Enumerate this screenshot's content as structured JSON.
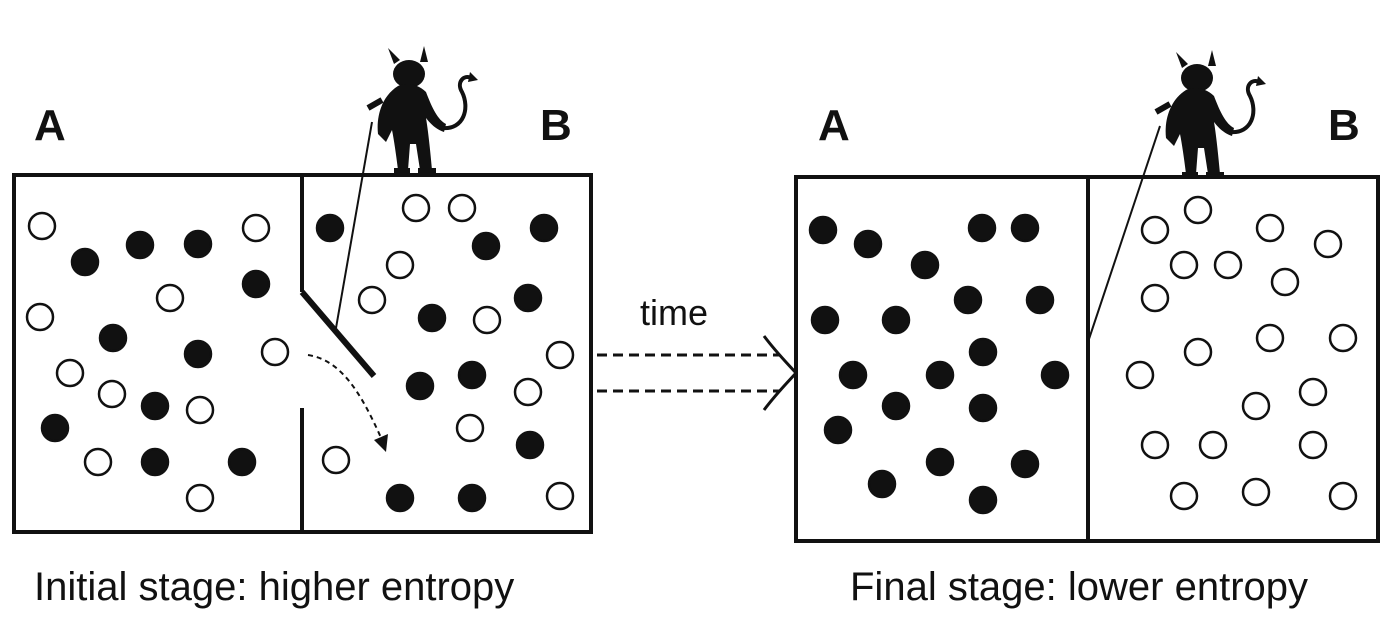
{
  "left_panel": {
    "label_a": "A",
    "label_b": "B",
    "caption": "Initial stage: higher entropy"
  },
  "right_panel": {
    "label_a": "A",
    "label_b": "B",
    "caption": "Final stage: lower entropy"
  },
  "arrow": {
    "label": "time"
  },
  "colors": {
    "ink": "#111111",
    "background": "#ffffff"
  }
}
